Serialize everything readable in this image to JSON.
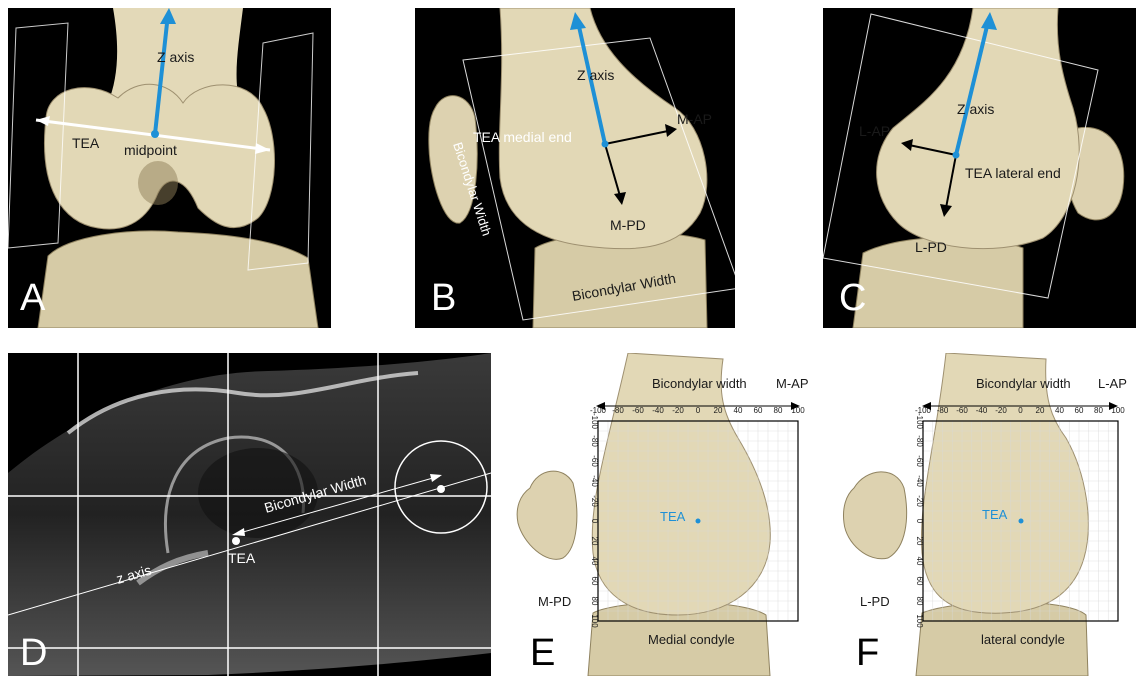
{
  "colors": {
    "axis_blue": "#1e90d6",
    "bone": "#e2d8b6",
    "bone_dark": "#b9ab84",
    "bone_shadow": "#8d7d58",
    "background_dark": "#000000",
    "grid_light": "#d8d8d8"
  },
  "panels": {
    "A": {
      "letter": "A",
      "z_axis": "Z axis",
      "tea": "TEA",
      "midpoint": "midpoint"
    },
    "B": {
      "letter": "B",
      "z_axis": "Z axis",
      "tea_medial_end": "TEA medial end",
      "m_ap": "M-AP",
      "m_pd": "M-PD",
      "bicondylar_width_vertical": "Bicondylar Width",
      "bicondylar_width_bottom": "Bicondylar Width"
    },
    "C": {
      "letter": "C",
      "z_axis": "Z axis",
      "l_ap": "L-AP",
      "tea_lateral_end": "TEA lateral end",
      "l_pd": "L-PD"
    },
    "D": {
      "letter": "D",
      "bicondylar_width": "Bicondylar Width",
      "tea": "TEA",
      "z_axis": "z axis"
    },
    "E": {
      "letter": "E",
      "bicondylar_width": "Bicondylar width",
      "ap": "M-AP",
      "pd": "M-PD",
      "tea": "TEA",
      "condyle": "Medial condyle",
      "x_ticks": [
        "-100",
        "-80",
        "-60",
        "-40",
        "-20",
        "0",
        "20",
        "40",
        "60",
        "80",
        "100"
      ],
      "y_ticks": [
        "-100",
        "-80",
        "-60",
        "-40",
        "-20",
        "0",
        "20",
        "40",
        "60",
        "80",
        "100"
      ]
    },
    "F": {
      "letter": "F",
      "bicondylar_width": "Bicondylar width",
      "ap": "L-AP",
      "pd": "L-PD",
      "tea": "TEA",
      "condyle": "lateral condyle",
      "x_ticks": [
        "-100",
        "-80",
        "-60",
        "-40",
        "-20",
        "0",
        "20",
        "40",
        "60",
        "80",
        "100"
      ],
      "y_ticks": [
        "-100",
        "-80",
        "-60",
        "-40",
        "-20",
        "0",
        "20",
        "40",
        "60",
        "80",
        "100"
      ]
    }
  }
}
